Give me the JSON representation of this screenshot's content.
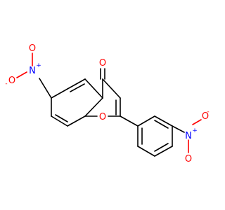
{
  "molecule": {
    "atoms": {
      "carbonyl_oxygen": "O",
      "ring_oxygen": "O",
      "nitro_left_nitrogen": "N",
      "nitro_left_oxygen_top": "O",
      "nitro_left_oxygen_left": "O",
      "nitro_right_nitrogen": "N",
      "nitro_right_oxygen_top": "O",
      "nitro_right_oxygen_bottom": "O"
    },
    "charges": {
      "plus": "+",
      "minus": "-"
    },
    "colors": {
      "bond": "#000000",
      "oxygen": "#ff0000",
      "nitrogen": "#0000ff"
    }
  }
}
